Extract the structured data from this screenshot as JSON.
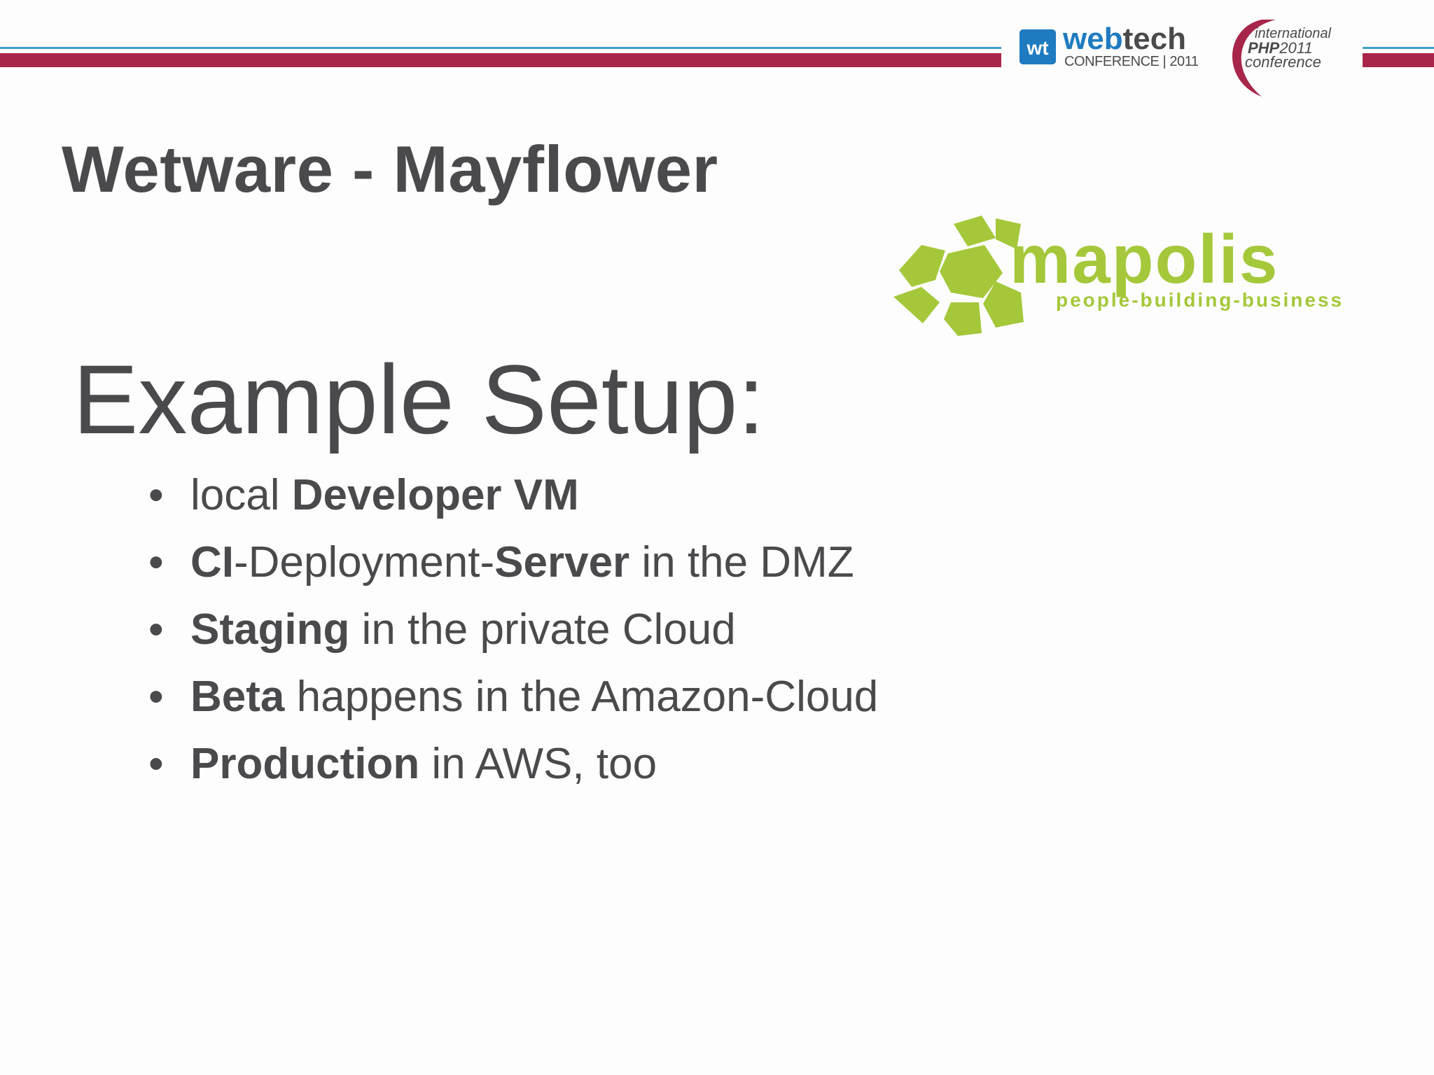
{
  "header": {
    "webtech_logo": {
      "mark": "wt",
      "brand_a": "web",
      "brand_b": "tech",
      "subtitle": "CONFERENCE | 2011"
    },
    "php_logo": {
      "line1": "international",
      "line2a": "PHP",
      "line2b": "2011",
      "line3": "conference"
    },
    "colors": {
      "blue_line": "#3e9fc9",
      "red_line": "#a8264a",
      "webtech_blue": "#1f7bc0"
    }
  },
  "slide": {
    "title": "Wetware - Mayflower",
    "heading": "Example Setup:",
    "bullets": [
      [
        {
          "text": "local ",
          "bold": false
        },
        {
          "text": "Developer VM",
          "bold": true
        }
      ],
      [
        {
          "text": "CI",
          "bold": true
        },
        {
          "text": "-Deployment-",
          "bold": false
        },
        {
          "text": "Server",
          "bold": true
        },
        {
          "text": " in the DMZ",
          "bold": false
        }
      ],
      [
        {
          "text": "Staging",
          "bold": true
        },
        {
          "text": " in the private Cloud",
          "bold": false
        }
      ],
      [
        {
          "text": "Beta",
          "bold": true
        },
        {
          "text": " happens in the Amazon-Cloud",
          "bold": false
        }
      ],
      [
        {
          "text": "Production",
          "bold": true
        },
        {
          "text": " in AWS, too",
          "bold": false
        }
      ]
    ],
    "bullet_symbol": "•"
  },
  "mapolis_logo": {
    "name": "mapolis",
    "tagline": "people-building-business",
    "color": "#a4c83a"
  }
}
